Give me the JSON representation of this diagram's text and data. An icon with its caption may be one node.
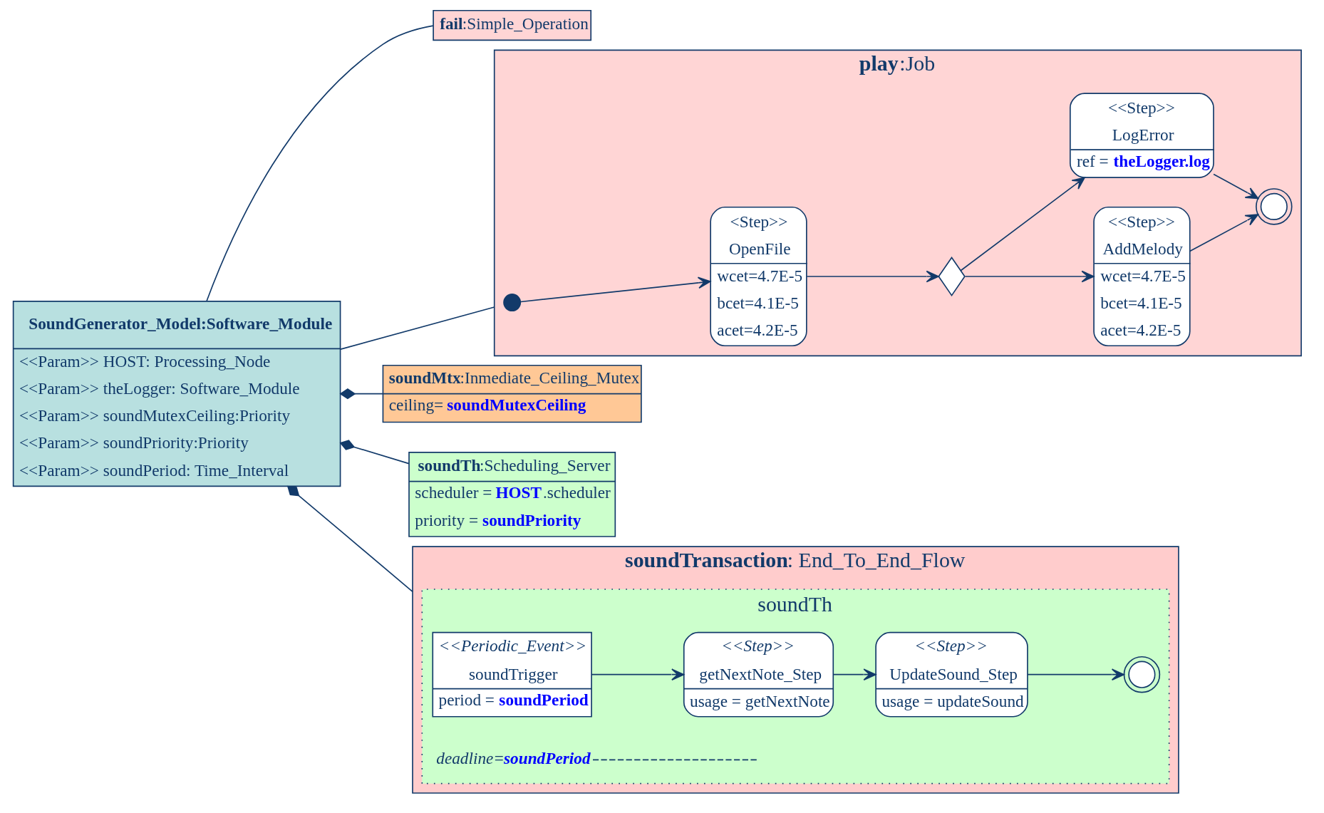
{
  "diagram": {
    "nodes": [
      {
        "text": [
          "SoundGenerator_Model:Software_Module",
          "<<Param>> HOST: Processing_Node",
          "<<Param>> theLogger: Software_Module",
          "<<Param>> soundMutexCeiling:Priority",
          "<<Param>> soundPriority:Priority",
          "<<Param>> soundPeriod: Time_Interval"
        ]
      },
      {
        "text": [
          "**fail**:Simple_Operation"
        ]
      },
      {
        "text": [
          "**play**:Job"
        ]
      },
      {
        "text": [],
        "shape": "circle",
        "in": 2
      },
      {
        "text": [
          "<Step>>",
          "OpenFile",
          "wcet=4.7E-5",
          "bcet=4.1E-5",
          "acet=4.2E-5"
        ],
        "in": 2
      },
      {
        "text": [],
        "shape": "diamond",
        "in": 2
      },
      {
        "text": [
          "<<Step>>",
          "AddMelody",
          "wcet=4.7E-5",
          "bcet=4.1E-5",
          "acet=4.2E-5"
        ],
        "in": 2
      },
      {
        "text": [
          "<<Step>>",
          "LogError",
          "ref = **theLogger.log**"
        ],
        "in": 2
      },
      {
        "text": [],
        "shape": "circle",
        "in": 2
      },
      {
        "text": [
          "**soundMtx**:Inmediate_Ceiling_Mutex",
          "ceiling= **soundMutexCeiling**"
        ]
      },
      {
        "text": [
          "**soundTh**:Scheduling_Server",
          "scheduler = **HOST**.scheduler",
          "priority = **soundPriority**"
        ]
      },
      {
        "text": [
          "**soundTransaction**: End_To_End_Flow"
        ]
      },
      {
        "text": [
          "soundTh"
        ],
        "in": 11
      },
      {
        "text": [
          "<<Periodic_Event>>",
          "soundTrigger",
          "period = **soundPeriod**"
        ],
        "in": 12
      },
      {
        "text": [
          "<<Step>>",
          "getNextNote_Step",
          "usage = getNextNote"
        ],
        "in": 12
      },
      {
        "text": [
          "<<Step>>",
          "UpdateSound_Step",
          "usage = updateSound"
        ],
        "in": 12
      },
      {
        "text": [],
        "shape": "circle",
        "in": 12
      },
      {
        "text": [
          "deadline=**soundPeriod**"
        ],
        "in": 12
      }
    ],
    "edges": [
      {
        "from": 0,
        "to": 1,
        "arrow": "none"
      },
      {
        "from": 0,
        "to": 2,
        "arrow": "none"
      },
      {
        "from": 0,
        "to": 9,
        "arrow": "other"
      },
      {
        "from": 0,
        "to": 10,
        "arrow": "other"
      },
      {
        "from": 0,
        "to": 11,
        "arrow": "other"
      },
      {
        "from": 3,
        "to": 4,
        "arrow": "to"
      },
      {
        "from": 4,
        "to": 5,
        "arrow": "to"
      },
      {
        "from": 5,
        "to": 6,
        "arrow": "to"
      },
      {
        "from": 5,
        "to": 7,
        "arrow": "to"
      },
      {
        "from": 6,
        "to": 8,
        "arrow": "to"
      },
      {
        "from": 7,
        "to": 8,
        "arrow": "to"
      },
      {
        "from": 13,
        "to": 14,
        "arrow": "to"
      },
      {
        "from": 14,
        "to": 15,
        "arrow": "to"
      },
      {
        "from": 15,
        "to": 16,
        "arrow": "to"
      },
      {
        "from": 17,
        "to": null,
        "arrow": "none",
        "style": "dashed"
      }
    ]
  }
}
